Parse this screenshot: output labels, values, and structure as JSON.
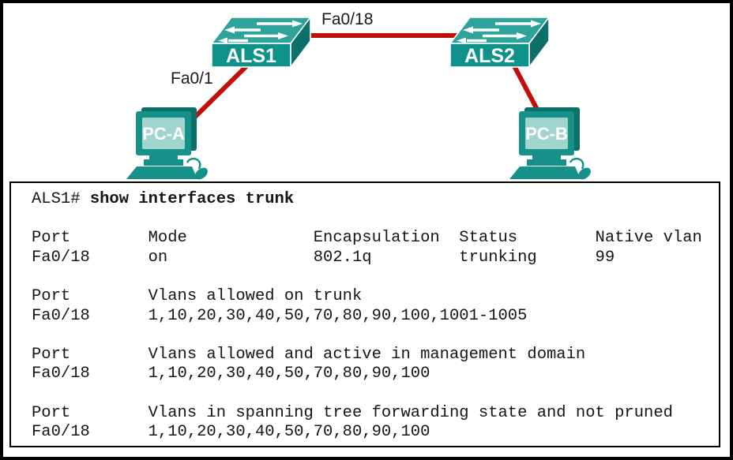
{
  "colors": {
    "link_red": "#c0100d",
    "switch_top": "#2da39c",
    "switch_front": "#0f928a",
    "switch_side": "#0c6f69",
    "pc_body": "#159189",
    "pc_dark": "#0c6f69",
    "pc_screen": "#a0d5ce",
    "arrow_white": "#ffffff"
  },
  "topology": {
    "devices": [
      {
        "id": "ALS1",
        "type": "switch",
        "label": "ALS1"
      },
      {
        "id": "ALS2",
        "type": "switch",
        "label": "ALS2"
      },
      {
        "id": "PC-A",
        "type": "pc",
        "label": "PC-A"
      },
      {
        "id": "PC-B",
        "type": "pc",
        "label": "PC-B"
      }
    ],
    "links": [
      {
        "from": "ALS1",
        "to": "ALS2",
        "label": "Fa0/18"
      },
      {
        "from": "ALS1",
        "to": "PC-A",
        "label": "Fa0/1"
      },
      {
        "from": "ALS2",
        "to": "PC-B",
        "label": ""
      }
    ],
    "labels": {
      "als1": "ALS1",
      "als2": "ALS2",
      "pca": "PC-A",
      "pcb": "PC-B",
      "link_fa018": "Fa0/18",
      "link_fa01": "Fa0/1"
    }
  },
  "terminal": {
    "prompt": "ALS1# ",
    "command": "show interfaces trunk",
    "sections": [
      "\n\nPort        Mode             Encapsulation  Status        Native vlan\nFa0/18      on               802.1q         trunking      99",
      "\n\nPort        Vlans allowed on trunk\nFa0/18      1,10,20,30,40,50,70,80,90,100,1001-1005",
      "\n\nPort        Vlans allowed and active in management domain\nFa0/18      1,10,20,30,40,50,70,80,90,100",
      "\n\nPort        Vlans in spanning tree forwarding state and not pruned\nFa0/18      1,10,20,30,40,50,70,80,90,100"
    ],
    "trunk_table": {
      "headers": [
        "Port",
        "Mode",
        "Encapsulation",
        "Status",
        "Native vlan"
      ],
      "rows": [
        [
          "Fa0/18",
          "on",
          "802.1q",
          "trunking",
          "99"
        ]
      ],
      "vlans_allowed_on_trunk": "1,10,20,30,40,50,70,80,90,100,1001-1005",
      "vlans_allowed_active_mgmt": "1,10,20,30,40,50,70,80,90,100",
      "vlans_stp_forwarding_not_pruned": "1,10,20,30,40,50,70,80,90,100"
    }
  }
}
